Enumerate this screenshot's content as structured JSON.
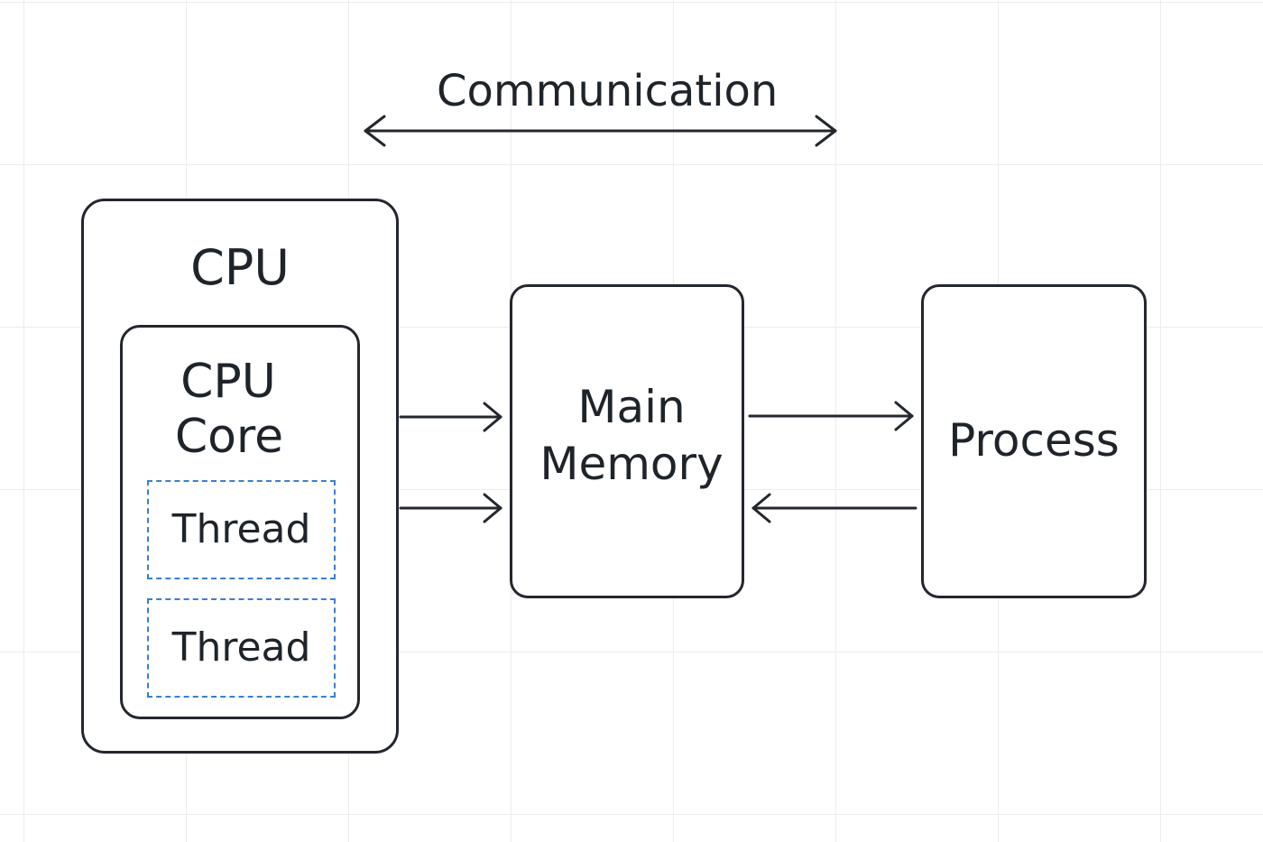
{
  "communication": {
    "label": "Communication"
  },
  "cpu": {
    "label": "CPU",
    "core": {
      "label_line1": "CPU",
      "label_line2": "Core",
      "threads": [
        {
          "label": "Thread"
        },
        {
          "label": "Thread"
        }
      ]
    }
  },
  "memory": {
    "label_line1": "Main",
    "label_line2": "Memory"
  },
  "process": {
    "label": "Process"
  },
  "colors": {
    "stroke": "#23272e",
    "thread_border": "#3a7fd0",
    "grid": "#ececec"
  }
}
